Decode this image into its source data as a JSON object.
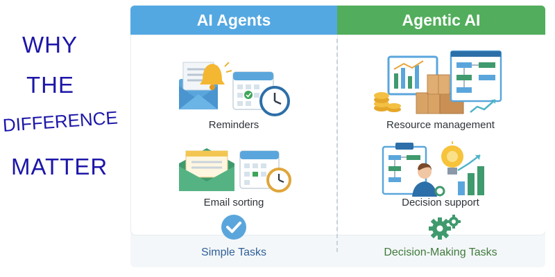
{
  "side_title": {
    "line1": "WHY",
    "line2": "THE",
    "line3": "DIFFERENCE",
    "line4": "MATTER",
    "color": "#1c16a8"
  },
  "columns": {
    "left": {
      "header": "AI Agents",
      "header_color": "#54a8e2",
      "items": [
        {
          "label": "Reminders",
          "icons": [
            "envelope-icon",
            "bell-icon",
            "calendar-icon",
            "clock-icon"
          ]
        },
        {
          "label": "Email sorting",
          "icons": [
            "envelope-icon",
            "calendar-icon",
            "clock-icon"
          ]
        }
      ],
      "footer": {
        "label": "Simple Tasks",
        "icon": "checkmark-icon"
      }
    },
    "right": {
      "header": "Agentic AI",
      "header_color": "#52ad5c",
      "items": [
        {
          "label": "Resource management",
          "icons": [
            "dashboard-icon",
            "coins-icon",
            "boxes-icon",
            "flowchart-icon"
          ]
        },
        {
          "label": "Decision support",
          "icons": [
            "clipboard-icon",
            "person-icon",
            "lightbulb-icon",
            "bar-chart-icon"
          ]
        }
      ],
      "footer": {
        "label": "Decision-Making Tasks",
        "icon": "gears-icon"
      }
    }
  }
}
